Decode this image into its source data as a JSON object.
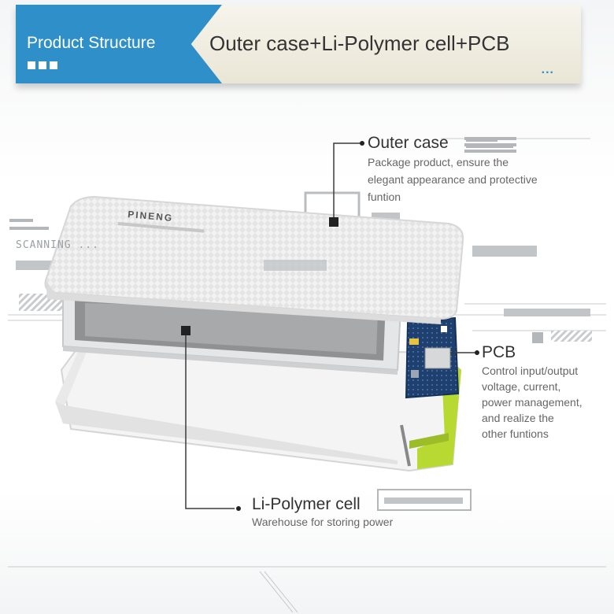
{
  "banner": {
    "left_title": "Product Structure",
    "main_title": "Outer case+Li-Polymer cell+PCB",
    "dots": "..."
  },
  "hud": {
    "scanning_label": "SCANNING ..."
  },
  "device": {
    "brand": "PINENG"
  },
  "callouts": {
    "outer_case": {
      "title": "Outer case",
      "description": [
        "Package product, ensure the",
        "elegant appearance and protective",
        "funtion"
      ]
    },
    "pcb": {
      "title": "PCB",
      "description": [
        "Control input/output",
        "voltage, current,",
        "power management,",
        "and realize the",
        "other funtions"
      ]
    },
    "cell": {
      "title": "Li-Polymer cell",
      "description": [
        "Warehouse for storing power"
      ]
    }
  },
  "colors": {
    "banner_blue": "#2f8fc9",
    "accent_green": "#b8d932",
    "pcb_blue": "#1f3f6e",
    "line_dark": "#3a3a3a"
  }
}
